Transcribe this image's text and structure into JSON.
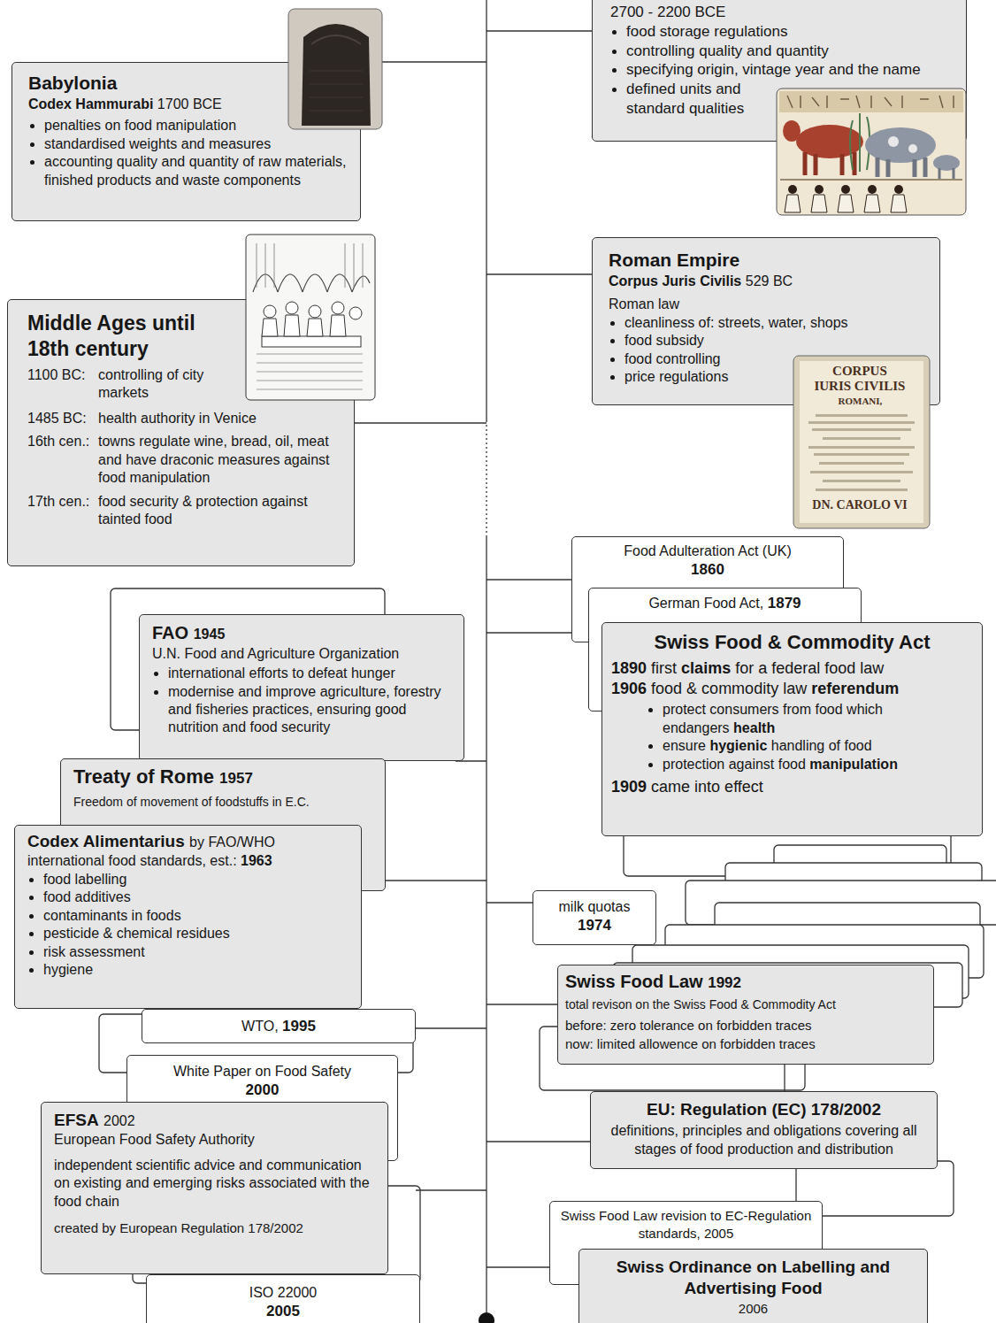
{
  "diagram": {
    "nodes": [
      {
        "text": [
          "2700 - 2200 BCE",
          "food storage regulations",
          "controlling quality and quantity",
          "specifying origin, vintage year and the name",
          "defined units and standard qualities"
        ]
      },
      {
        "text": [
          "Babylonia",
          "Codex Hammurabi",
          "1700 BCE",
          "penalties on food manipulation",
          "standardised weights and measures",
          "accounting quality and quantity of raw materials, finished products and waste components"
        ]
      },
      {
        "text": [
          "Roman Empire",
          "Corpus Juris Civilis",
          "529 BC",
          "Roman law",
          "cleanliness of: streets, water, shops",
          "food subsidy",
          "food controlling",
          "price regulations"
        ]
      },
      {
        "text": [
          "Middle Ages until 18th century",
          "1100 BC:",
          "controlling of city markets",
          "1485 BC:",
          "health authority in Venice",
          "16th cen.:",
          "towns regulate wine, bread, oil, meat and have draconic measures against food manipulation",
          "17th cen.:",
          "food security & protection against tainted food"
        ]
      },
      {
        "text": [
          "Food Adulteration Act (UK)",
          "1860"
        ]
      },
      {
        "text": [
          "German Food Act,",
          "1879"
        ]
      },
      {
        "text": [
          "Swiss Food & Commodity Act",
          "1890",
          "first",
          "claims",
          "for a federal food law",
          "1906",
          "food & commodity law",
          "referendum",
          "protect consumers from food which endangers",
          "health",
          "ensure",
          "hygienic",
          "handling of food",
          "protection against food",
          "manipulation",
          "1909",
          "came into effect"
        ]
      },
      {
        "text": [
          "FAO",
          "1945",
          "U.N. Food and Agriculture Organization",
          "international efforts to defeat hunger",
          "modernise and improve agriculture, forestry and fisheries practices, ensuring good nutrition and food security"
        ]
      },
      {
        "text": [
          "Treaty of Rome",
          "1957",
          "Freedom of movement of foodstuffs in E.C."
        ]
      },
      {
        "text": [
          "Codex Alimentarius",
          "by FAO/WHO",
          "international food standards, est.:",
          "1963",
          "food labelling",
          "food additives",
          "contaminants in foods",
          "pesticide & chemical residues",
          "risk assessment",
          "hygiene"
        ]
      },
      {
        "text": [
          "milk quotas",
          "1974"
        ]
      },
      {
        "text": [
          "Swiss Food Law",
          "1992",
          "total revison on the Swiss Food & Commodity Act",
          "before: zero tolerance on forbidden traces",
          "now: limited allowence on forbidden traces"
        ]
      },
      {
        "text": [
          "WTO,",
          "1995"
        ]
      },
      {
        "text": [
          "White Paper on Food Safety",
          "2000"
        ]
      },
      {
        "text": [
          "EU: Regulation (EC) 178/2002",
          "definitions, principles and obligations covering all stages of food production and distribution"
        ]
      },
      {
        "text": [
          "EFSA",
          "2002",
          "European Food Safety Authority",
          "independent scientific advice and communication on existing and emerging risks associated with the food chain",
          "created by European Regulation 178/2002"
        ]
      },
      {
        "text": [
          "Swiss Food Law revision to EC-Regulation standards, 2005"
        ]
      },
      {
        "text": [
          "ISO 22000",
          "2005"
        ]
      },
      {
        "text": [
          "Swiss Ordinance on Labelling and Advertising Food",
          "2006"
        ]
      }
    ],
    "edges": [
      {
        "from": 11,
        "to": 14,
        "arrow": "none"
      }
    ],
    "labels": [
      "CORPUS",
      "IURIS CIVILIS",
      "ROMANI,",
      "DN. CAROLO VI"
    ]
  }
}
